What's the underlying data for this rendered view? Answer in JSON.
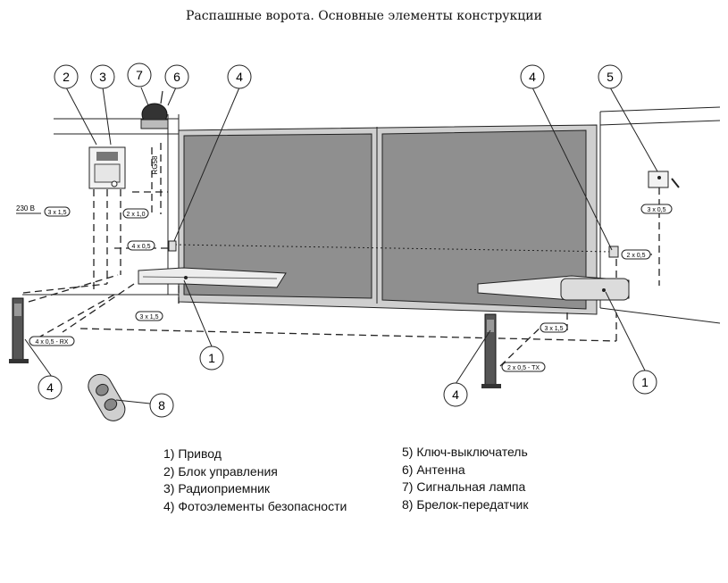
{
  "title": "Распашные ворота. Основные элементы конструкции",
  "callouts": [
    "1",
    "1",
    "2",
    "3",
    "4",
    "4",
    "4",
    "4",
    "5",
    "6",
    "7",
    "8"
  ],
  "cables": {
    "power": "230 В",
    "c_3x15_a": "3 x 1,5",
    "c_2x10": "2 x 1,0",
    "c_4x05": "4 x 0,5",
    "c_3x15_b": "3 x 1,5",
    "c_4x05rx": "4 x 0,5 - RX",
    "c_3x05": "3 x 0,5",
    "c_2x05": "2 x 0,5",
    "c_3x15_c": "3 x 1,5",
    "c_2x05tx": "2 x 0,5 - TX",
    "rg58": "RG58"
  },
  "legend": {
    "left": [
      "1) Привод",
      "2) Блок управления",
      "3) Радиоприемник",
      "4) Фотоэлементы безопасности"
    ],
    "right": [
      "5) Ключ-выключатель",
      "6) Антенна",
      "7) Сигнальная лампа",
      "8) Брелок-передатчик"
    ]
  },
  "colors": {
    "gate_panel": "#8f8f8f",
    "gate_frame": "#c9c9c9",
    "line": "#222222"
  }
}
